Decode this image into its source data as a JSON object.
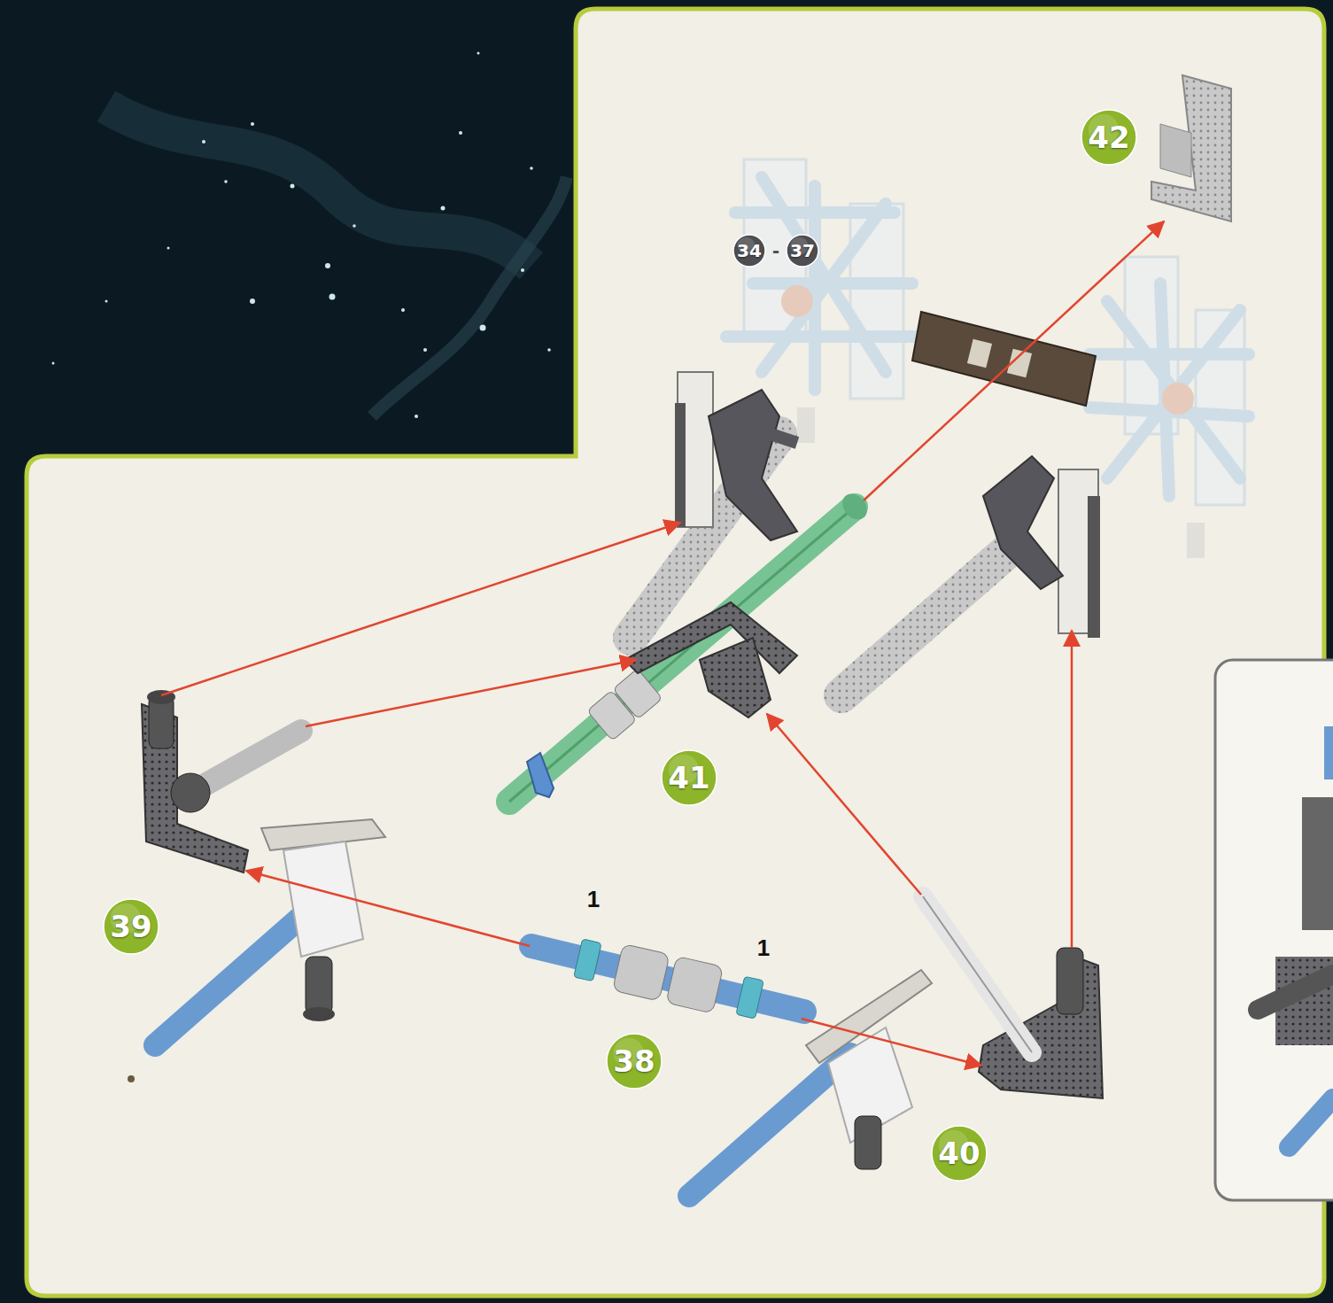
{
  "diagram": {
    "nodes": [
      {
        "text": [
          "42"
        ]
      },
      {
        "text": [
          "34"
        ]
      },
      {
        "text": [
          "37"
        ]
      },
      {
        "text": [
          "41"
        ]
      },
      {
        "text": [
          "39"
        ]
      },
      {
        "text": [
          "38"
        ]
      },
      {
        "text": [
          "40"
        ]
      }
    ],
    "labels": [
      "-",
      "1",
      "1"
    ]
  }
}
